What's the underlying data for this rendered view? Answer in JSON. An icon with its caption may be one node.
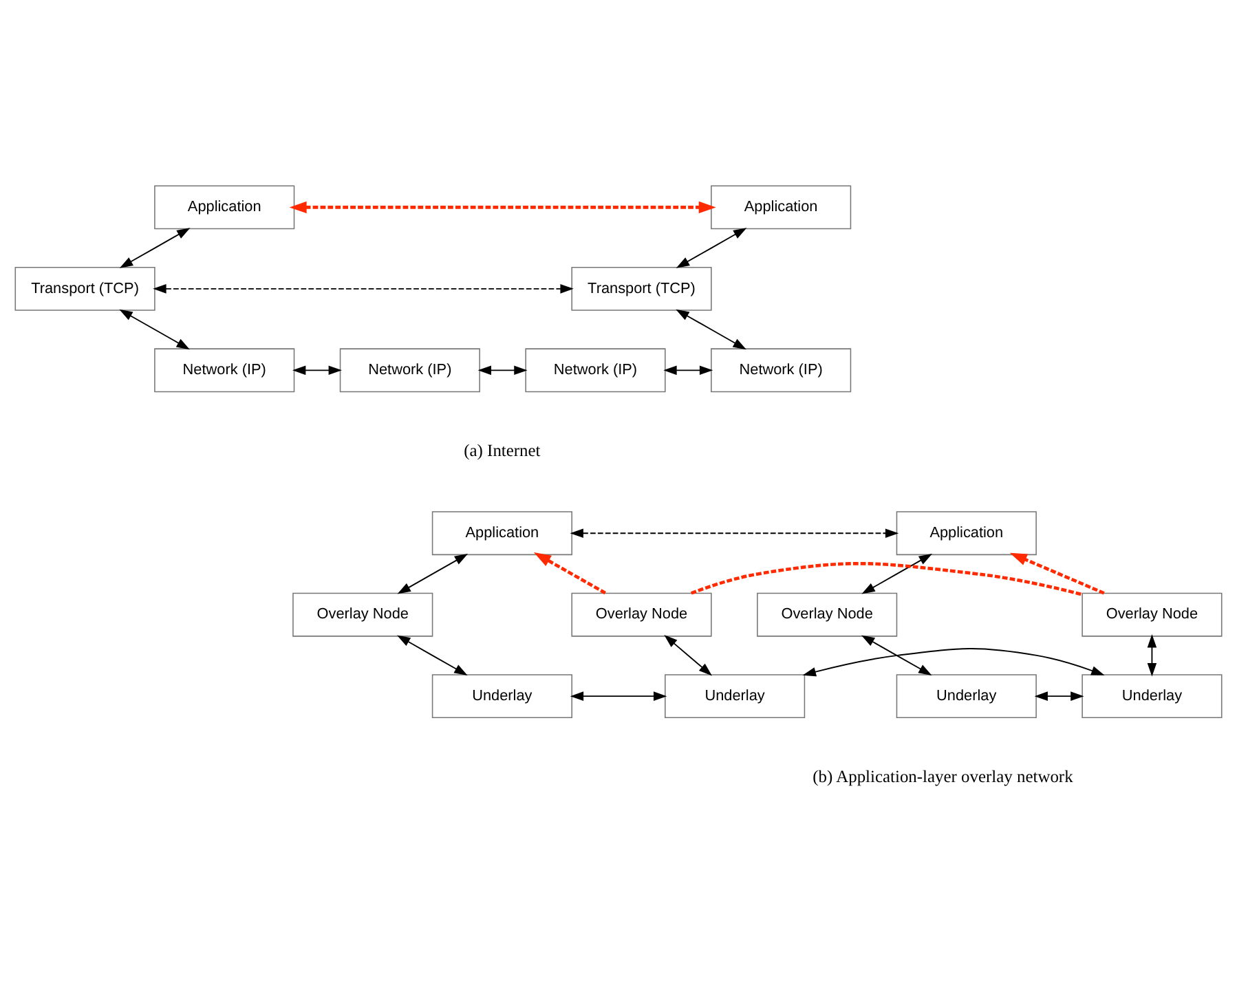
{
  "diagram": {
    "nodes": [
      {
        "text": [
          "Application"
        ]
      },
      {
        "text": [
          "Application"
        ]
      },
      {
        "text": [
          "Transport (TCP)"
        ]
      },
      {
        "text": [
          "Transport (TCP)"
        ]
      },
      {
        "text": [
          "Network (IP)"
        ]
      },
      {
        "text": [
          "Network (IP)"
        ]
      },
      {
        "text": [
          "Network (IP)"
        ]
      },
      {
        "text": [
          "Network (IP)"
        ]
      },
      {
        "text": [
          "Application"
        ]
      },
      {
        "text": [
          "Application"
        ]
      },
      {
        "text": [
          "Overlay Node"
        ]
      },
      {
        "text": [
          "Overlay Node"
        ]
      },
      {
        "text": [
          "Overlay Node"
        ]
      },
      {
        "text": [
          "Overlay Node"
        ]
      },
      {
        "text": [
          "Underlay"
        ]
      },
      {
        "text": [
          "Underlay"
        ]
      },
      {
        "text": [
          "Underlay"
        ]
      },
      {
        "text": [
          "Underlay"
        ]
      }
    ],
    "edges": [
      {
        "from": 0,
        "to": 2,
        "arrow": "both"
      },
      {
        "from": 1,
        "to": 3,
        "arrow": "both"
      },
      {
        "from": 2,
        "to": 3,
        "arrow": "both",
        "style": "dashed"
      },
      {
        "from": 2,
        "to": 4,
        "arrow": "both"
      },
      {
        "from": 3,
        "to": 7,
        "arrow": "both"
      },
      {
        "from": 4,
        "to": 5,
        "arrow": "both"
      },
      {
        "from": 5,
        "to": 6,
        "arrow": "both"
      },
      {
        "from": 6,
        "to": 7,
        "arrow": "both"
      },
      {
        "from": 0,
        "to": 1,
        "arrow": "both",
        "style": "dashed",
        "color": "#ff2a00"
      },
      {
        "from": 8,
        "to": 9,
        "arrow": "both",
        "style": "dashed"
      },
      {
        "from": 8,
        "to": 10,
        "arrow": "both"
      },
      {
        "from": 9,
        "to": 13,
        "arrow": "both"
      },
      {
        "from": 10,
        "to": 14,
        "arrow": "both"
      },
      {
        "from": 11,
        "to": 15,
        "arrow": "both"
      },
      {
        "from": 12,
        "to": 16,
        "arrow": "both"
      },
      {
        "from": 13,
        "to": 17,
        "arrow": "both"
      },
      {
        "from": 14,
        "to": 15,
        "arrow": "both"
      },
      {
        "from": 15,
        "to": 16,
        "arrow": "both"
      },
      {
        "from": 16,
        "to": 17,
        "arrow": "both"
      },
      {
        "from": 11,
        "to": 8,
        "arrow": "to",
        "style": "dashed",
        "color": "#ff2a00"
      },
      {
        "from": 11,
        "to": 12,
        "arrow": "none",
        "style": "dashed",
        "color": "#ff2a00"
      },
      {
        "from": 12,
        "to": 9,
        "arrow": "to",
        "style": "dashed",
        "color": "#ff2a00"
      }
    ],
    "labels": [
      "(a) Internet",
      "(b) Application-layer overlay network"
    ]
  }
}
